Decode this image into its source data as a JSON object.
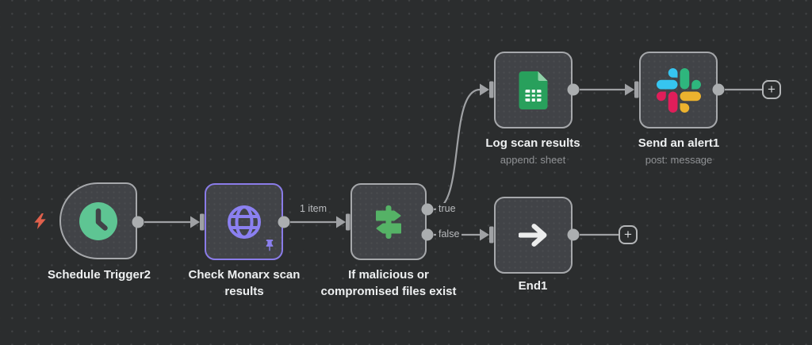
{
  "workflow": {
    "nodes": {
      "schedule": {
        "label": "Schedule Trigger2",
        "icon": "clock-icon"
      },
      "monarx": {
        "label": "Check Monarx scan results",
        "icon": "globe-icon",
        "selected": true,
        "pinned": true
      },
      "if": {
        "label": "If malicious or compromised files exist",
        "icon": "signpost-icon",
        "outputs": [
          "true",
          "false"
        ]
      },
      "sheets": {
        "label": "Log scan results",
        "subtitle": "append: sheet",
        "icon": "google-sheets-icon"
      },
      "slack": {
        "label": "Send an alert1",
        "subtitle": "post: message",
        "icon": "slack-icon"
      },
      "end": {
        "label": "End1",
        "icon": "arrow-right-icon"
      }
    },
    "connections": {
      "item_count": "1 item",
      "true_label": "true",
      "false_label": "false"
    },
    "add_node_button": "+"
  },
  "colors": {
    "canvas_bg": "#2b2d2e",
    "node_bg": "#414347",
    "node_border": "#a6a8ab",
    "selected_border": "#8a7ce8",
    "wire": "#9fa1a4",
    "title_text": "#eef0f1",
    "subtitle_text": "#8f9194",
    "trigger_bolt": "#e0604c",
    "clock_green": "#5ec593",
    "globe_purple": "#8b80f0",
    "signpost_green": "#55b266",
    "sheets_green": "#28a05c",
    "sheets_fold": "#90d1a8",
    "end_arrow": "#eceded",
    "slack_blue": "#36C5F0",
    "slack_green": "#2EB67D",
    "slack_yellow": "#ECB22E",
    "slack_red": "#E01E5A"
  }
}
